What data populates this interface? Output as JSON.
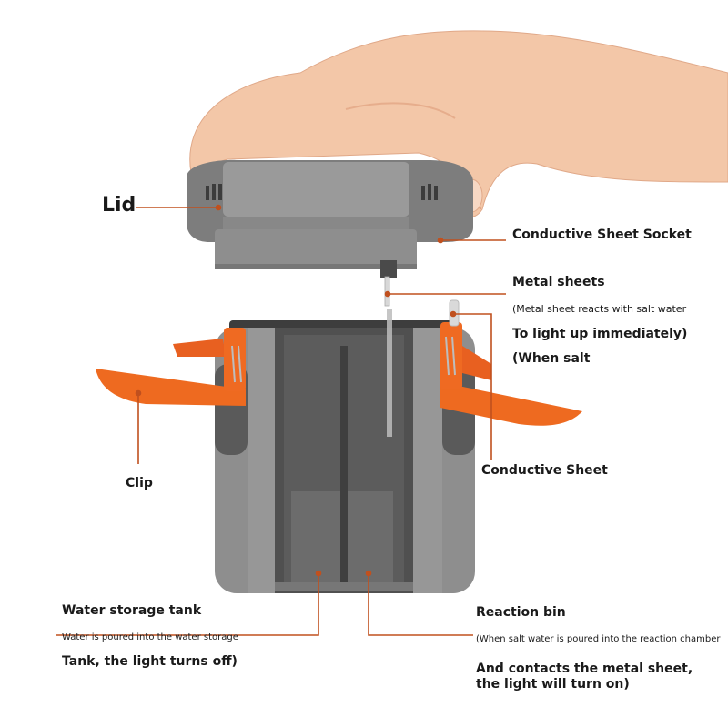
{
  "colors": {
    "accent_orange": "#e8601c",
    "leader_line": "#c0501e",
    "body_gray": "#8c8c8c",
    "tank_dark": "#4a4a4a",
    "skin": "#f2c6a6"
  },
  "labels": {
    "lid": "Lid",
    "conductive_sheet_socket": "Conductive Sheet Socket",
    "metal_sheets": {
      "title": "Metal sheets",
      "note": "(Metal sheet reacts with salt water",
      "line2": "To light up immediately)",
      "line3": "(When salt"
    },
    "clip": "Clip",
    "conductive_sheet": "Conductive Sheet",
    "water_storage_tank": {
      "title": "Water storage tank",
      "note": "Water is poured into the water storage",
      "line2": "Tank, the light turns off)"
    },
    "reaction_bin": {
      "title": "Reaction bin",
      "note": "(When salt water is poured into the reaction chamber",
      "line2": "And contacts the metal sheet,",
      "line3": "the light will turn on)"
    }
  }
}
